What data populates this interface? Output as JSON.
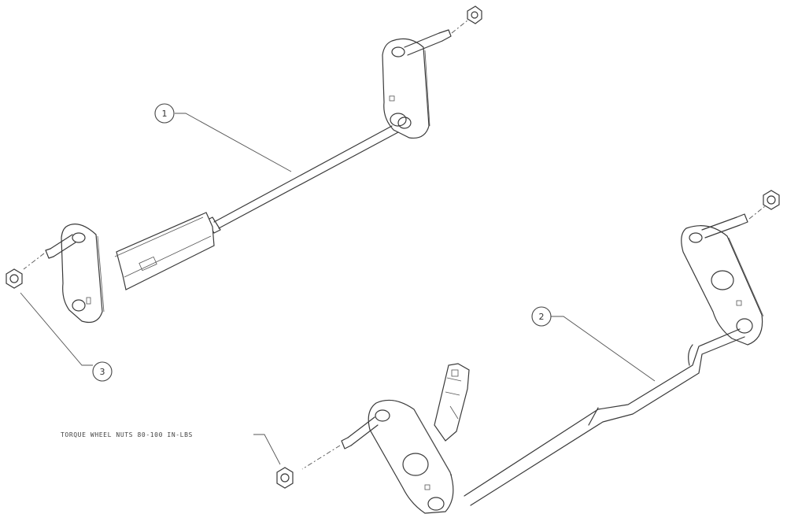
{
  "callouts": [
    {
      "id": "callout-1",
      "label": "1"
    },
    {
      "id": "callout-2",
      "label": "2"
    },
    {
      "id": "callout-3",
      "label": "3"
    }
  ],
  "note": "TORQUE WHEEL NUTS 80-100 IN-LBS"
}
